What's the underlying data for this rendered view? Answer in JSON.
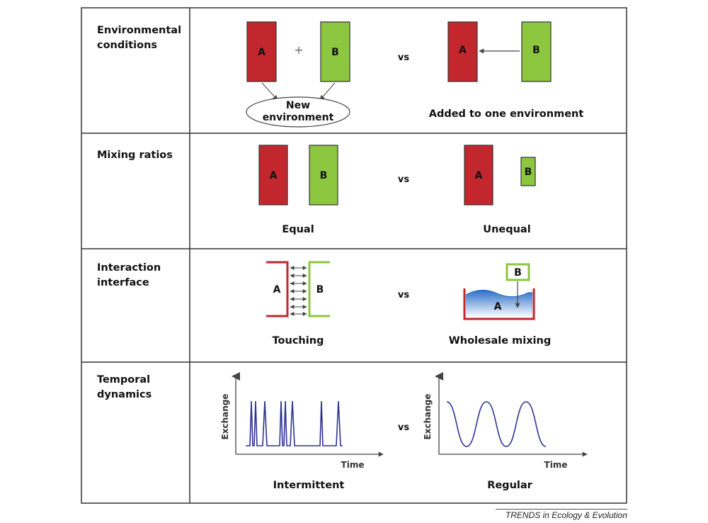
{
  "rows": [
    {
      "label_lines": [
        "Environmental",
        "conditions"
      ],
      "vs": "vs",
      "left": {
        "box_a": "A",
        "plus": "+",
        "box_b": "B",
        "ellipse_lines": [
          "New",
          "environment"
        ]
      },
      "right": {
        "box_a": "A",
        "box_b": "B",
        "caption": "Added to one environment"
      }
    },
    {
      "label_lines": [
        "Mixing ratios"
      ],
      "vs": "vs",
      "left": {
        "box_a": "A",
        "box_b": "B",
        "caption": "Equal"
      },
      "right": {
        "box_a": "A",
        "box_b": "B",
        "caption": "Unequal"
      }
    },
    {
      "label_lines": [
        "Interaction",
        "interface"
      ],
      "vs": "vs",
      "left": {
        "box_a": "A",
        "box_b": "B",
        "caption": "Touching"
      },
      "right": {
        "box_a": "A",
        "box_b": "B",
        "caption": "Wholesale mixing"
      }
    },
    {
      "label_lines": [
        "Temporal",
        "dynamics"
      ],
      "vs": "vs",
      "left": {
        "ylabel": "Exchange",
        "xlabel": "Time",
        "caption": "Intermittent"
      },
      "right": {
        "ylabel": "Exchange",
        "xlabel": "Time",
        "caption": "Regular"
      }
    }
  ],
  "credit": "TRENDS in Ecology & Evolution",
  "colors": {
    "box_a_fill": "#c1272d",
    "box_b_fill": "#8dc63f",
    "outline": "#333333",
    "wave": "#2e3192",
    "water_top": "#2a6fc9",
    "water_bottom": "#ffffff",
    "arrow": "#444444"
  }
}
